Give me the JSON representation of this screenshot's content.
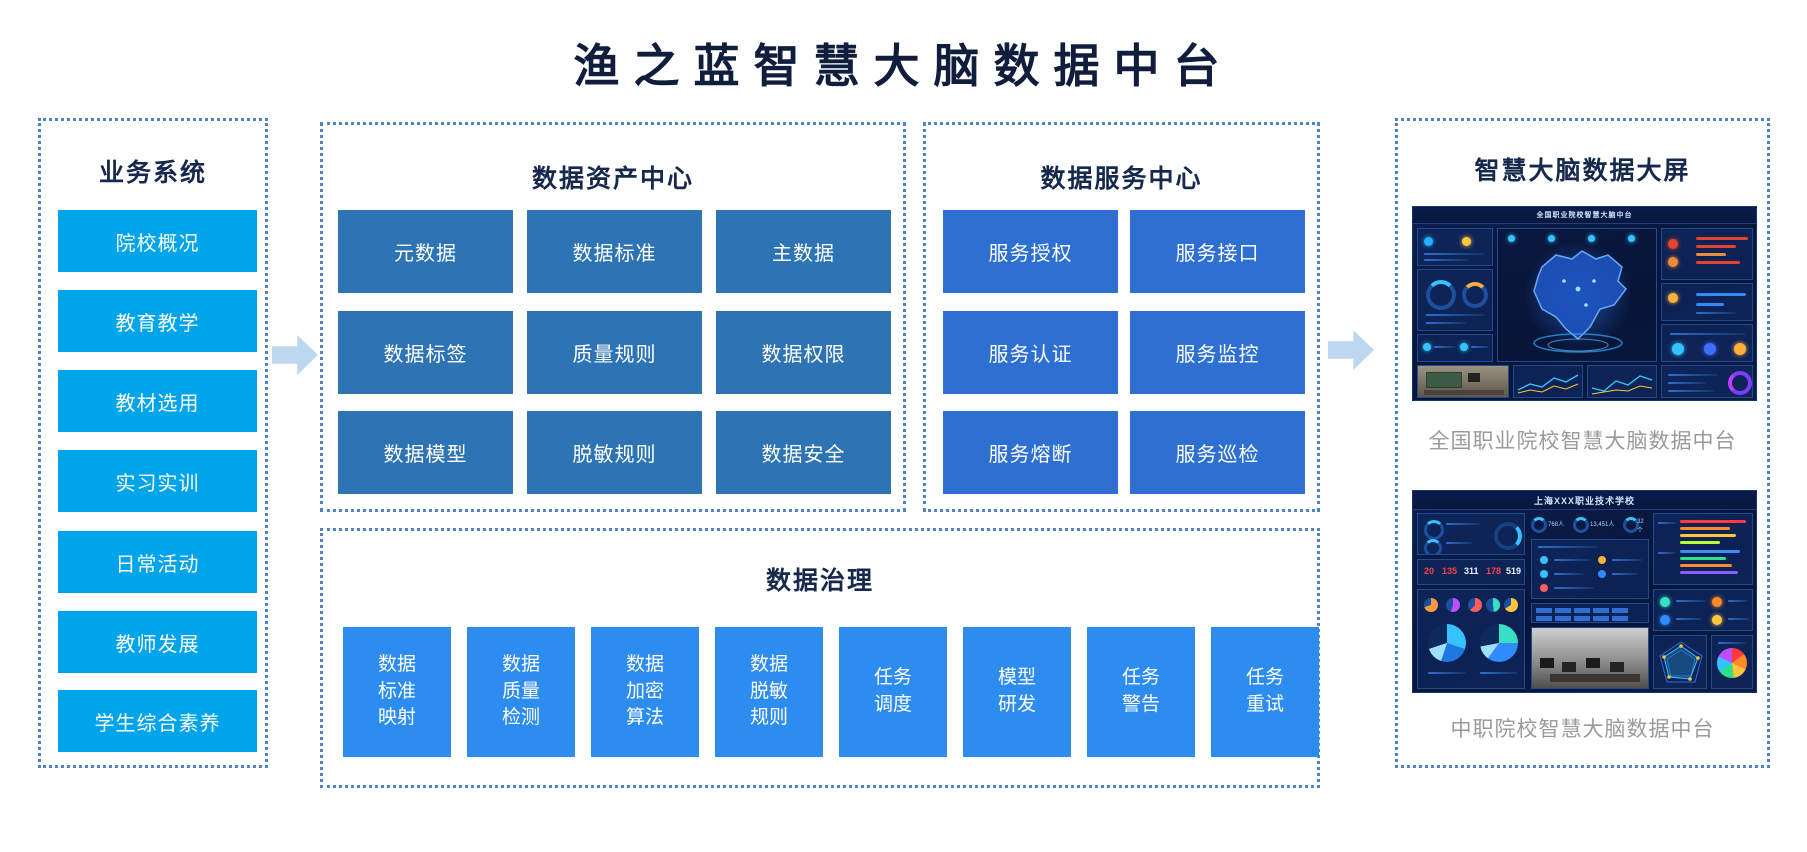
{
  "header": {
    "title": "渔之蓝智慧大脑数据中台"
  },
  "business": {
    "title": "业务系统",
    "items": [
      "院校概况",
      "教育教学",
      "教材选用",
      "实习实训",
      "日常活动",
      "教师发展",
      "学生综合素养"
    ]
  },
  "asset": {
    "title": "数据资产中心",
    "items": [
      "元数据",
      "数据标准",
      "主数据",
      "数据标签",
      "质量规则",
      "数据权限",
      "数据模型",
      "脱敏规则",
      "数据安全"
    ]
  },
  "service": {
    "title": "数据服务中心",
    "items": [
      "服务授权",
      "服务接口",
      "服务认证",
      "服务监控",
      "服务熔断",
      "服务巡检"
    ]
  },
  "governance": {
    "title": "数据治理",
    "items": [
      "数据\n标准\n映射",
      "数据\n质量\n检测",
      "数据\n加密\n算法",
      "数据\n脱敏\n规则",
      "任务\n调度",
      "模型\n研发",
      "任务\n警告",
      "任务\n重试"
    ]
  },
  "screens_panel": {
    "title": "智慧大脑数据大屏",
    "screens": [
      {
        "header_title": "全国职业院校智慧大脑中台",
        "caption": "全国职业院校智慧大脑数据中台"
      },
      {
        "header_title": "上海XXX职业技术学校",
        "caption": "中职院校智慧大脑数据中台",
        "stats": [
          "768人",
          "13,451人",
          "32个"
        ],
        "numbers": [
          "20",
          "135",
          "311",
          "178",
          "519"
        ]
      }
    ]
  },
  "colors": {
    "title_text": "#101d3c",
    "panel_border": "#4d85c6",
    "business_box": "#00a4ea",
    "asset_box": "#2e74b5",
    "service_box": "#2e6fd2",
    "governance_box": "#2d8cf0",
    "arrow": "#bdd7ee",
    "caption_text": "#9a9a9a"
  }
}
